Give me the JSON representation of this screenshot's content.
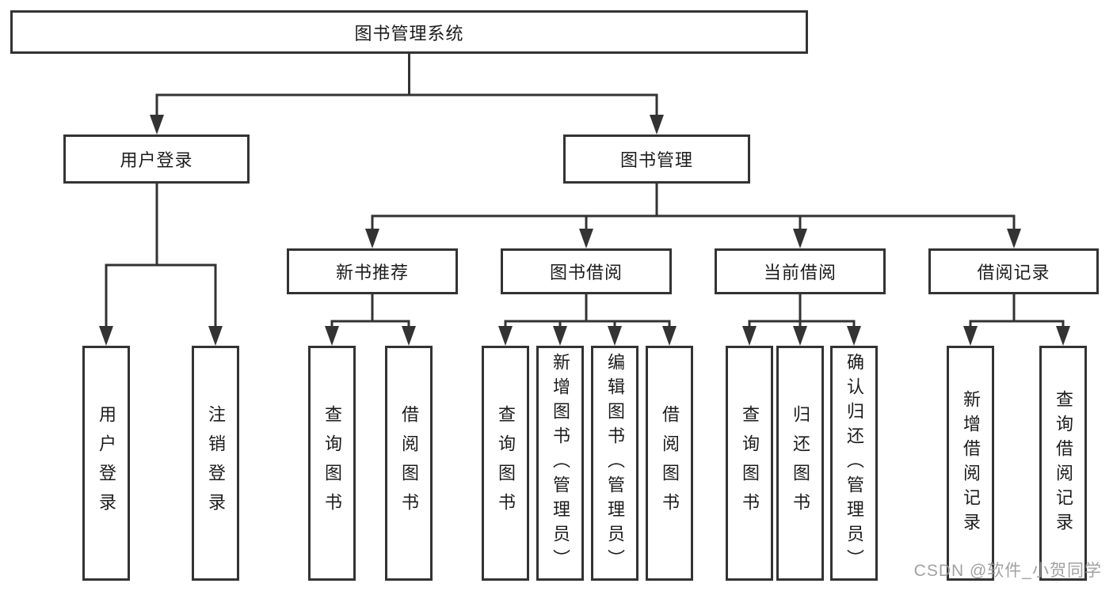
{
  "diagram": {
    "root": {
      "label": "图书管理系统"
    },
    "level2": [
      {
        "label": "用户登录"
      },
      {
        "label": "图书管理"
      }
    ],
    "level3": [
      {
        "label": "新书推荐"
      },
      {
        "label": "图书借阅"
      },
      {
        "label": "当前借阅"
      },
      {
        "label": "借阅记录"
      }
    ],
    "leaves": {
      "user_login": [
        "用户登录",
        "注销登录"
      ],
      "new_books": [
        "查询图书",
        "借阅图书"
      ],
      "book_borrow": [
        "查询图书",
        "新增图书（管理员）",
        "编辑图书（管理员）",
        "借阅图书"
      ],
      "current_borrow": [
        "查询图书",
        "归还图书",
        "确认归还（管理员）"
      ],
      "borrow_records": [
        "新增借阅记录",
        "查询借阅记录"
      ]
    }
  },
  "watermark": "CSDN @软件_小贺同学",
  "colors": {
    "line": "#333333",
    "text": "#1c1c1c",
    "watermark": "#9a9a9a",
    "background": "#ffffff"
  }
}
